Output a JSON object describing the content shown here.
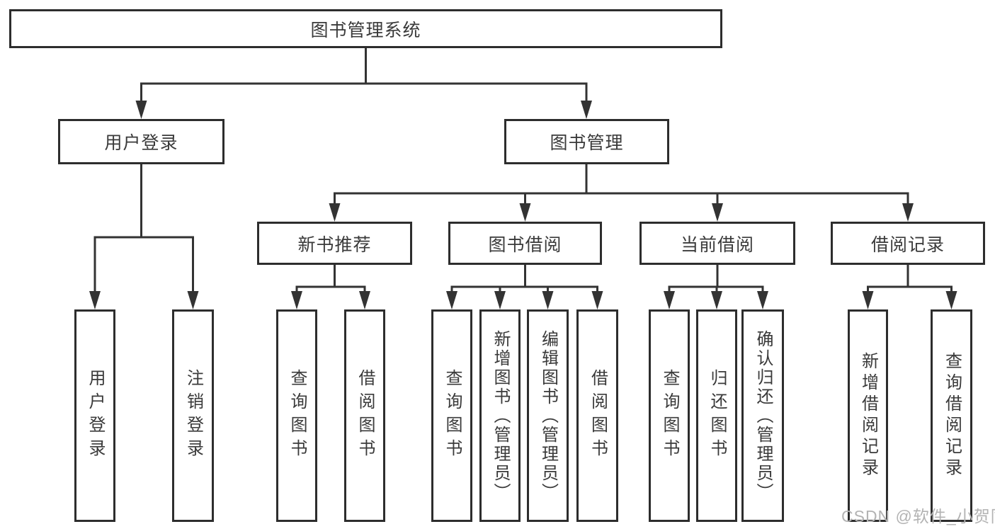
{
  "diagram": {
    "root": {
      "label": "图书管理系统"
    },
    "level2": [
      {
        "label": "用户登录"
      },
      {
        "label": "图书管理"
      }
    ],
    "level3": [
      {
        "label": "新书推荐"
      },
      {
        "label": "图书借阅"
      },
      {
        "label": "当前借阅"
      },
      {
        "label": "借阅记录"
      }
    ],
    "leaves": {
      "user_login": [
        {
          "label": "用户登录"
        },
        {
          "label": "注销登录"
        }
      ],
      "new_book": [
        {
          "label": "查询图书"
        },
        {
          "label": "借阅图书"
        }
      ],
      "book_borrow": [
        {
          "label": "查询图书"
        },
        {
          "label": "新增图书（管理员）"
        },
        {
          "label": "编辑图书（管理员）"
        },
        {
          "label": "借阅图书"
        }
      ],
      "current_borrow": [
        {
          "label": "查询图书"
        },
        {
          "label": "归还图书"
        },
        {
          "label": "确认归还（管理员）"
        }
      ],
      "borrow_records": [
        {
          "label": "新增借阅记录"
        },
        {
          "label": "查询借阅记录"
        }
      ]
    },
    "watermark": "CSDN @软件_小贺同学",
    "colors": {
      "line": "#333333",
      "box_border": "#2d2d2d",
      "box_fill": "#ffffff",
      "text": "#3a3a3a",
      "watermark": "#b3b3b3",
      "background": "#ffffff"
    }
  }
}
